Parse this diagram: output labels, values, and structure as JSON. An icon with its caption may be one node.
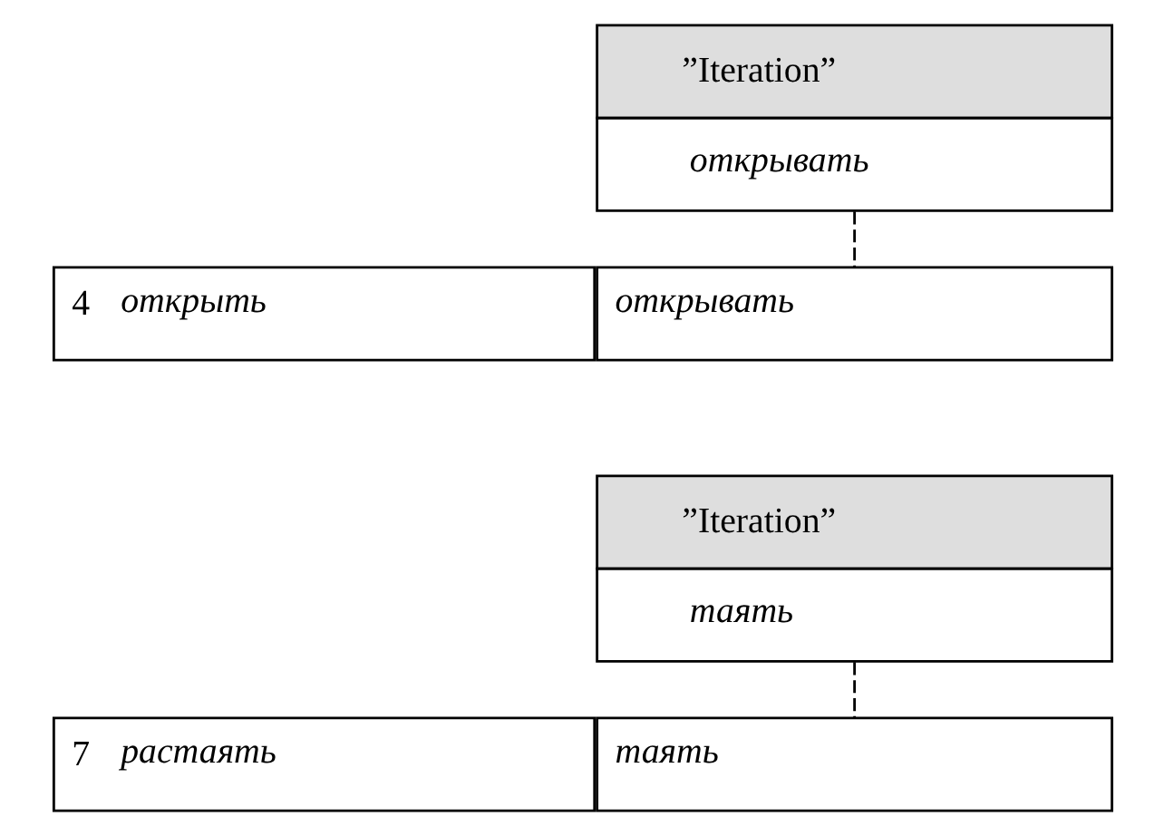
{
  "diagram": {
    "nodes": [
      {
        "text": [
          "”Iteration”",
          "открывать"
        ]
      },
      {
        "text": [
          "4",
          "открыть"
        ]
      },
      {
        "text": [
          "открывать"
        ]
      },
      {
        "text": [
          "”Iteration”",
          "таять"
        ]
      },
      {
        "text": [
          "7",
          "растаять"
        ]
      },
      {
        "text": [
          "таять"
        ]
      }
    ],
    "edges": [
      {
        "from": 0,
        "to": 2,
        "arrow": "none",
        "style": "dashed"
      },
      {
        "from": 3,
        "to": 5,
        "arrow": "none",
        "style": "dashed"
      }
    ]
  }
}
